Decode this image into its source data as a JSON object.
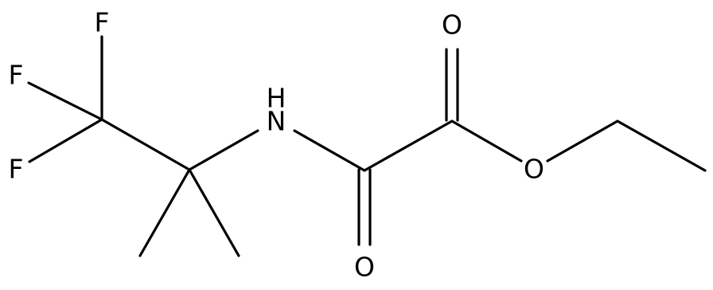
{
  "structure": {
    "atoms": {
      "f_top": "F",
      "f_left": "F",
      "f_bottom": "F",
      "nh": "H",
      "n": "N",
      "o_amide": "O",
      "o_carbonyl": "O",
      "o_ester": "O"
    }
  }
}
